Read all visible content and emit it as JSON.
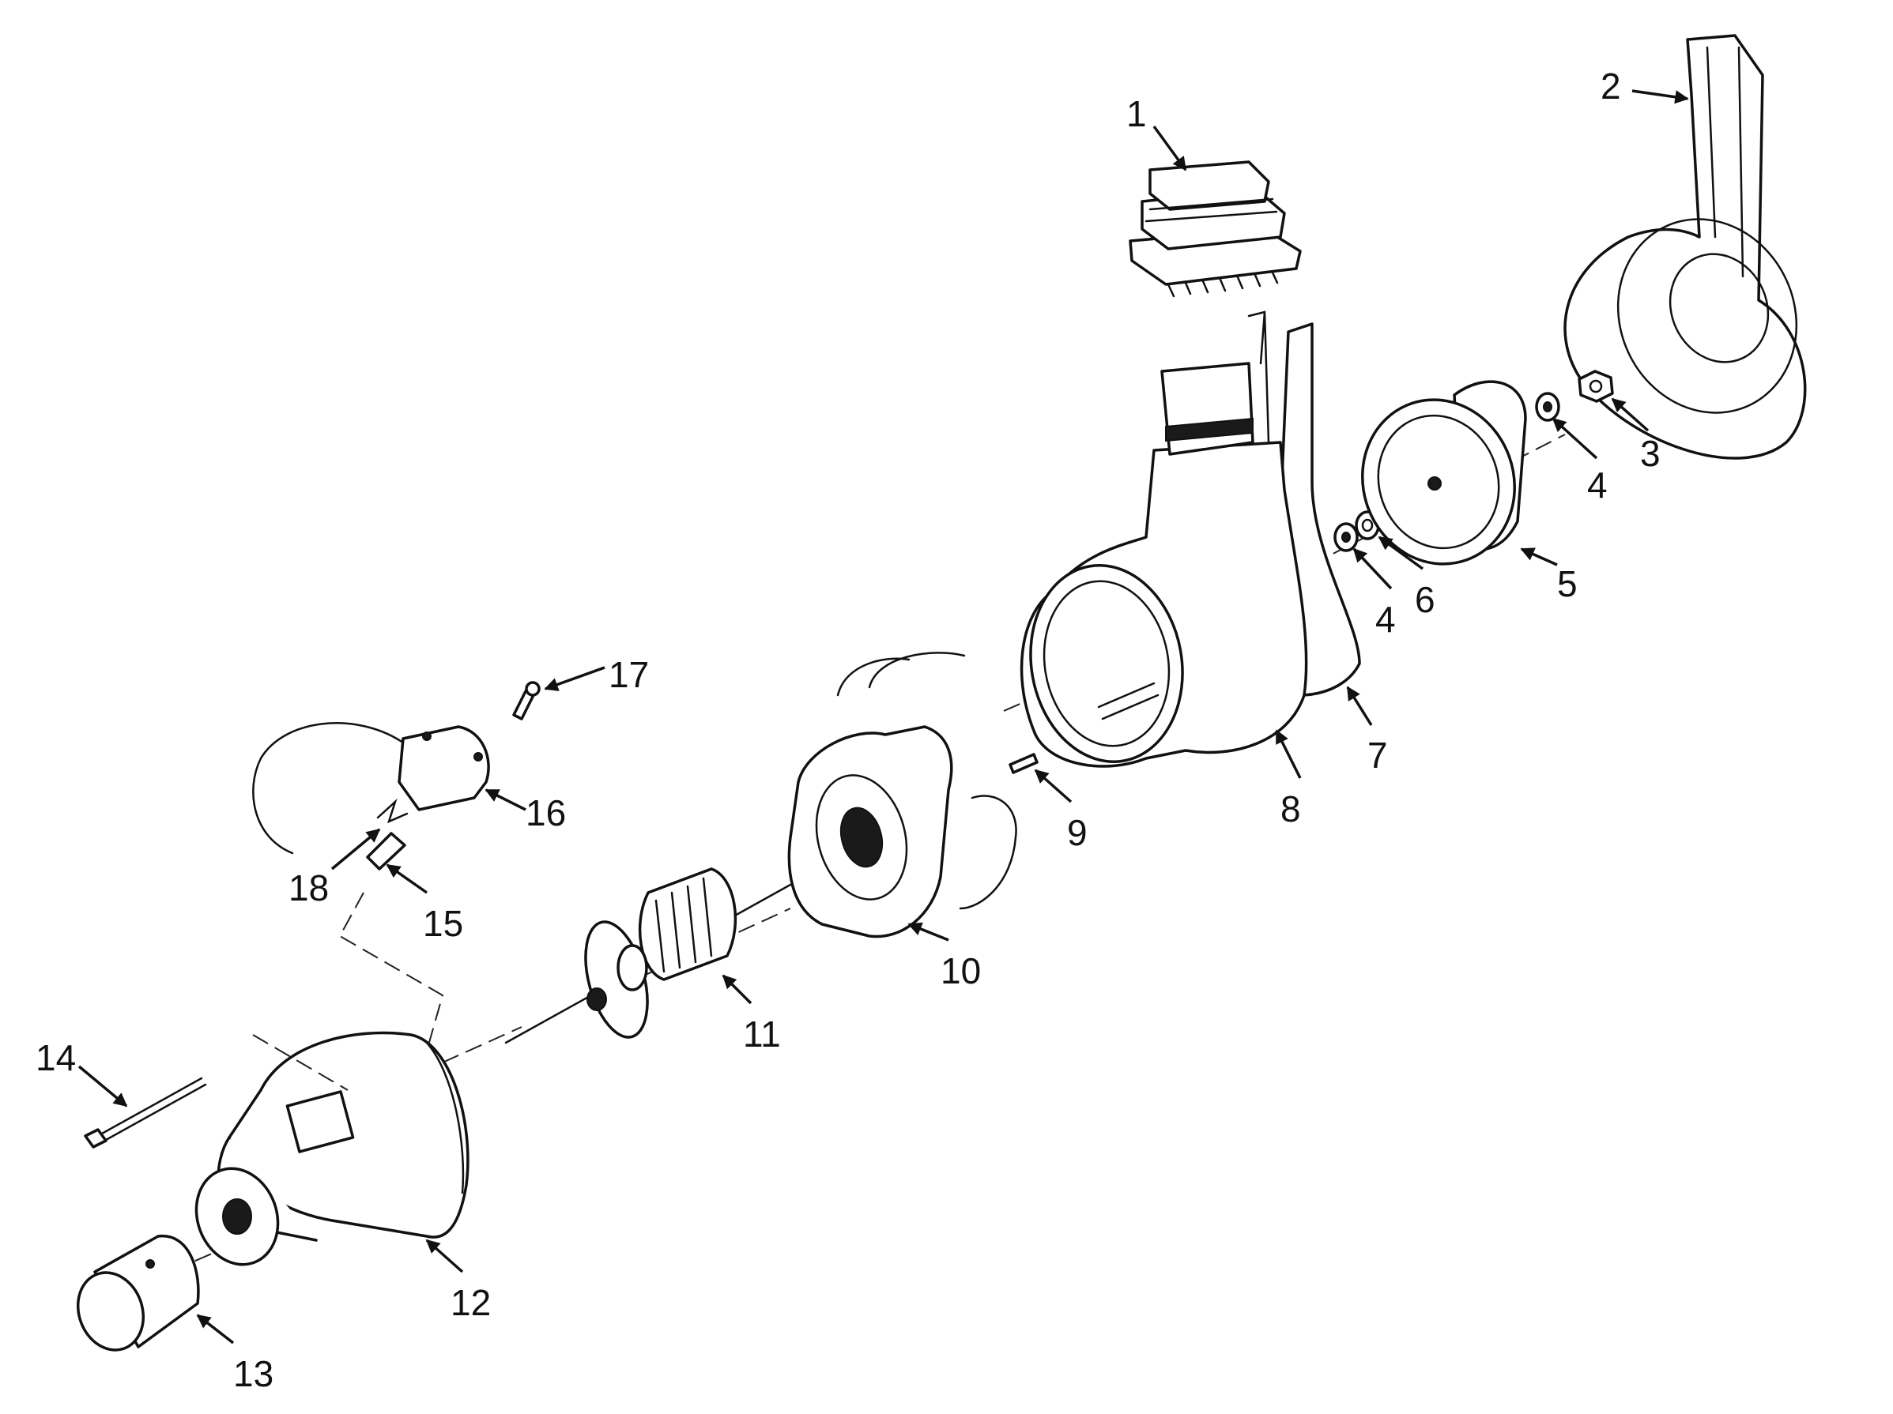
{
  "callouts": [
    {
      "id": "1",
      "label": "1"
    },
    {
      "id": "2",
      "label": "2"
    },
    {
      "id": "3",
      "label": "3"
    },
    {
      "id": "4a",
      "label": "4"
    },
    {
      "id": "5",
      "label": "5"
    },
    {
      "id": "4b",
      "label": "4"
    },
    {
      "id": "6",
      "label": "6"
    },
    {
      "id": "7",
      "label": "7"
    },
    {
      "id": "8",
      "label": "8"
    },
    {
      "id": "9",
      "label": "9"
    },
    {
      "id": "10",
      "label": "10"
    },
    {
      "id": "11",
      "label": "11"
    },
    {
      "id": "12",
      "label": "12"
    },
    {
      "id": "13",
      "label": "13"
    },
    {
      "id": "14",
      "label": "14"
    },
    {
      "id": "15",
      "label": "15"
    },
    {
      "id": "16",
      "label": "16"
    },
    {
      "id": "17",
      "label": "17"
    },
    {
      "id": "18",
      "label": "18"
    }
  ]
}
